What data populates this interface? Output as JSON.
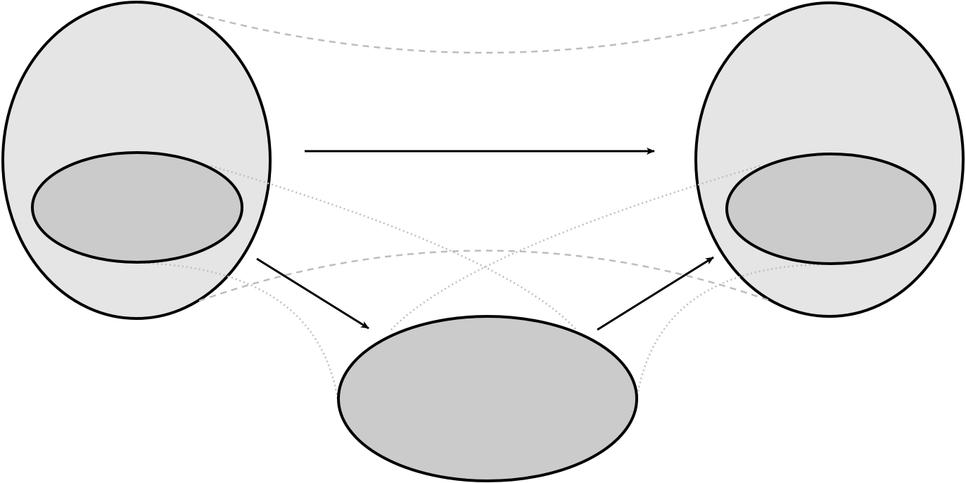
{
  "diagram": {
    "type": "set-mapping-diagram",
    "text_labels": [],
    "colors": {
      "background": "#ffffff",
      "outer_set_fill": "#e5e5e5",
      "inner_set_fill": "#cbcbcb",
      "outline": "#000000",
      "guide_line": "#bdbdbd"
    },
    "nodes": [
      {
        "id": "left-outer-set",
        "kind": "outer set"
      },
      {
        "id": "left-inner-set",
        "kind": "inner set",
        "contained_in": "left-outer-set"
      },
      {
        "id": "right-outer-set",
        "kind": "outer set"
      },
      {
        "id": "right-inner-set",
        "kind": "inner set",
        "contained_in": "right-outer-set"
      },
      {
        "id": "bottom-set",
        "kind": "inner set"
      }
    ],
    "arrows": [
      {
        "id": "top-arrow",
        "from": "left-outer-set",
        "to": "right-outer-set"
      },
      {
        "id": "left-to-bottom-arrow",
        "from": "left-inner-set",
        "to": "bottom-set"
      },
      {
        "id": "bottom-to-right-arrow",
        "from": "bottom-set",
        "to": "right-inner-set"
      }
    ],
    "guide_lines": [
      {
        "id": "top-dashed-guide",
        "style": "dashed",
        "between": [
          "left-outer-set",
          "right-outer-set"
        ]
      },
      {
        "id": "middle-dashed-guide",
        "style": "dashed",
        "between": [
          "left-outer-set",
          "right-outer-set"
        ]
      },
      {
        "id": "left-inner-dotted-guide-a",
        "style": "dotted",
        "between": [
          "left-inner-set",
          "bottom-set"
        ]
      },
      {
        "id": "left-inner-dotted-guide-b",
        "style": "dotted",
        "between": [
          "left-inner-set",
          "bottom-set"
        ]
      },
      {
        "id": "right-inner-dotted-guide-a",
        "style": "dotted",
        "between": [
          "right-inner-set",
          "bottom-set"
        ]
      },
      {
        "id": "right-inner-dotted-guide-b",
        "style": "dotted",
        "between": [
          "right-inner-set",
          "bottom-set"
        ]
      }
    ]
  }
}
